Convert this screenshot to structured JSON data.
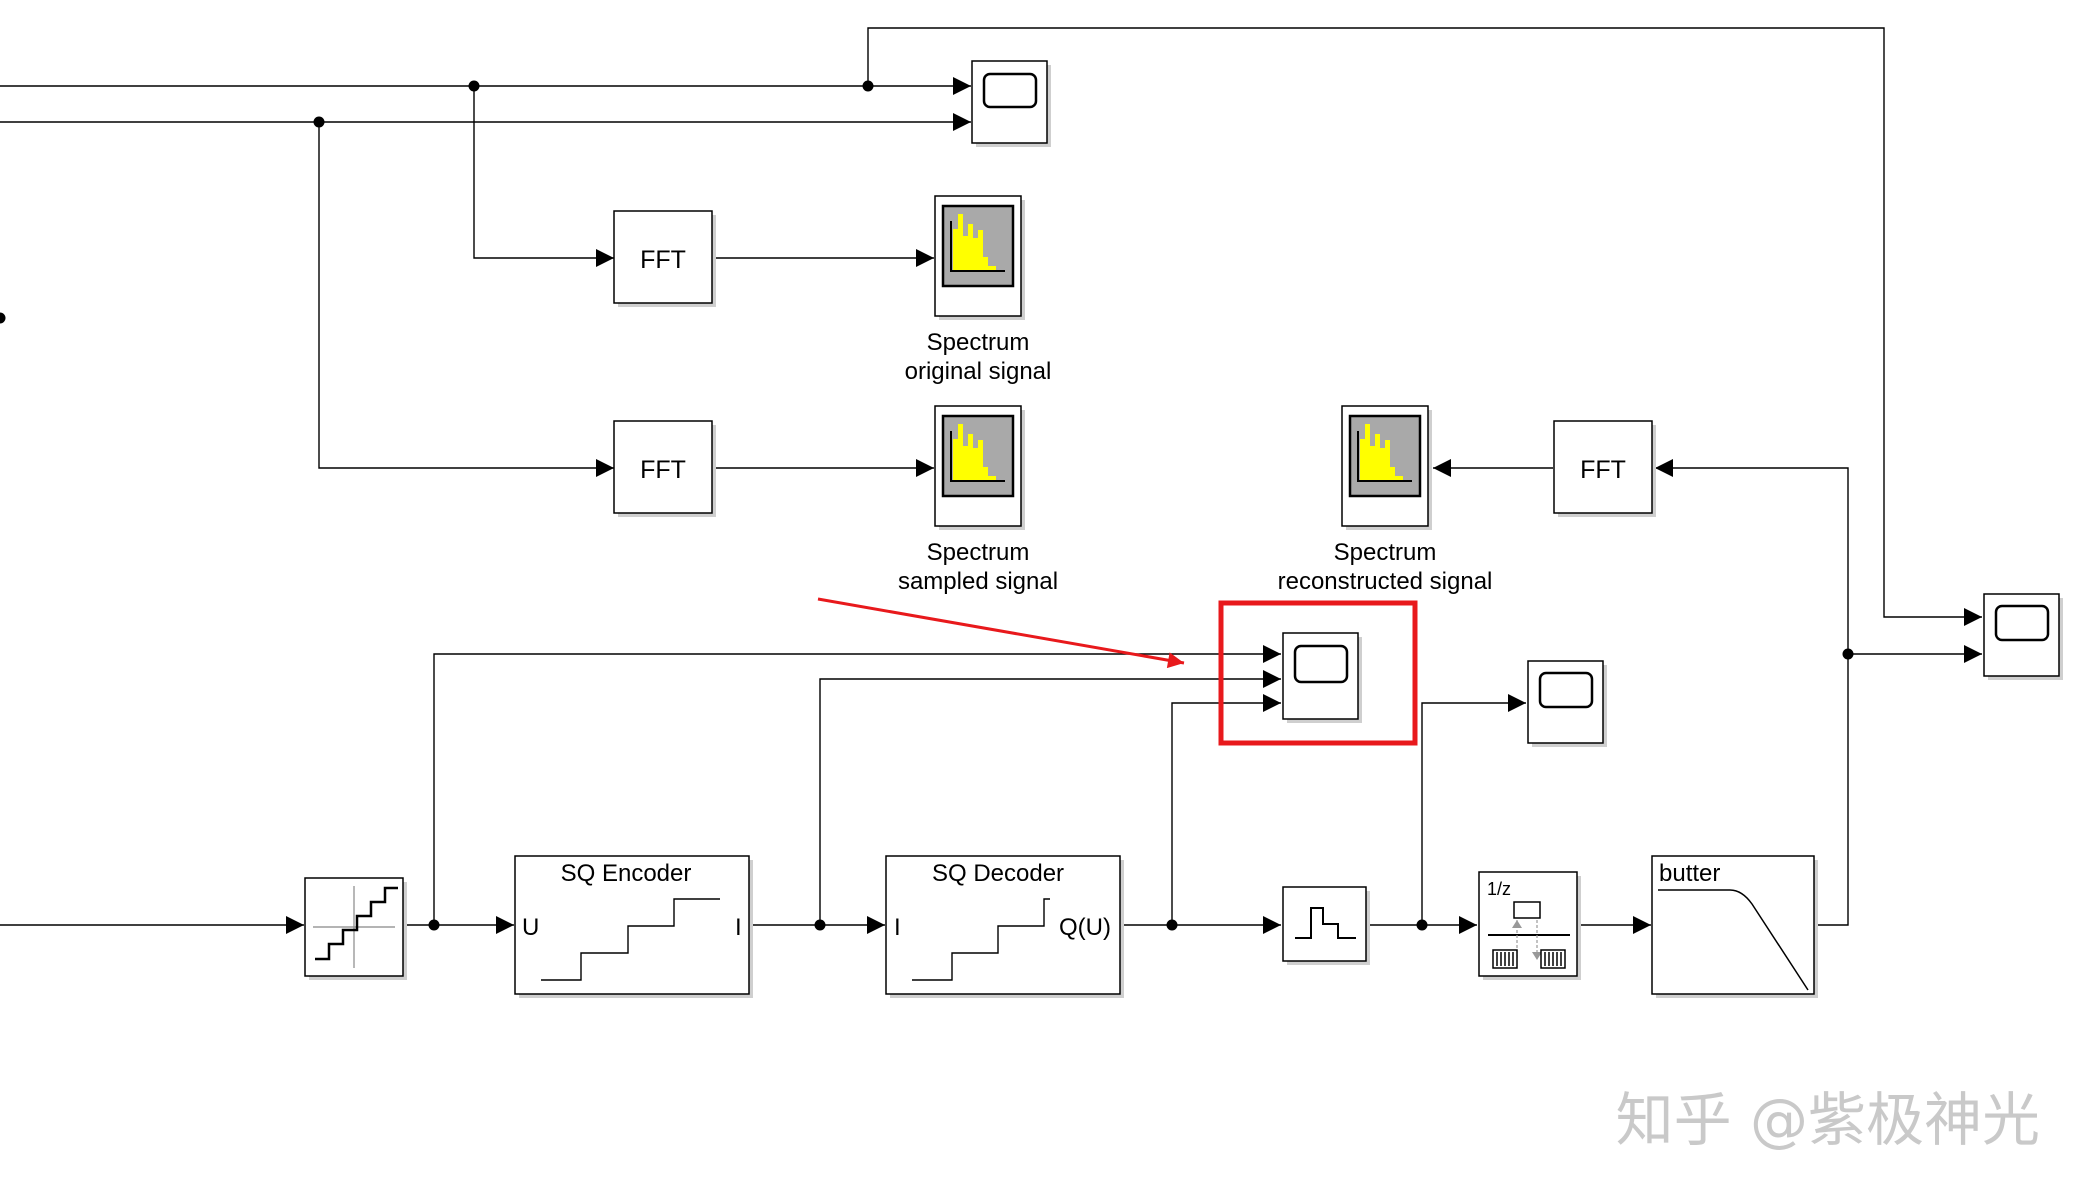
{
  "blocks": {
    "fft_original": {
      "label": "FFT"
    },
    "fft_sampled": {
      "label": "FFT"
    },
    "fft_reconstructed": {
      "label": "FFT"
    },
    "spectrum_original": {
      "line1": "Spectrum",
      "line2": "original signal"
    },
    "spectrum_sampled": {
      "line1": "Spectrum",
      "line2": "sampled signal"
    },
    "spectrum_reconstructed": {
      "line1": "Spectrum",
      "line2": "reconstructed signal"
    },
    "encoder": {
      "title": "SQ Encoder",
      "in_port": "U",
      "out_port": "I"
    },
    "decoder": {
      "title": "SQ Decoder",
      "in_port": "I",
      "out_port": "Q(U)"
    },
    "unit_delay": {
      "label": "1/z"
    },
    "butter": {
      "label": "butter"
    }
  },
  "annotation": {
    "highlight_color": "#e8191c",
    "arrow_color": "#e8191c"
  },
  "watermark": {
    "text": "知乎 @紫极神光"
  },
  "colors": {
    "spectrum_bar": "#ffff00",
    "spectrum_bg": "#a9a9a9"
  }
}
